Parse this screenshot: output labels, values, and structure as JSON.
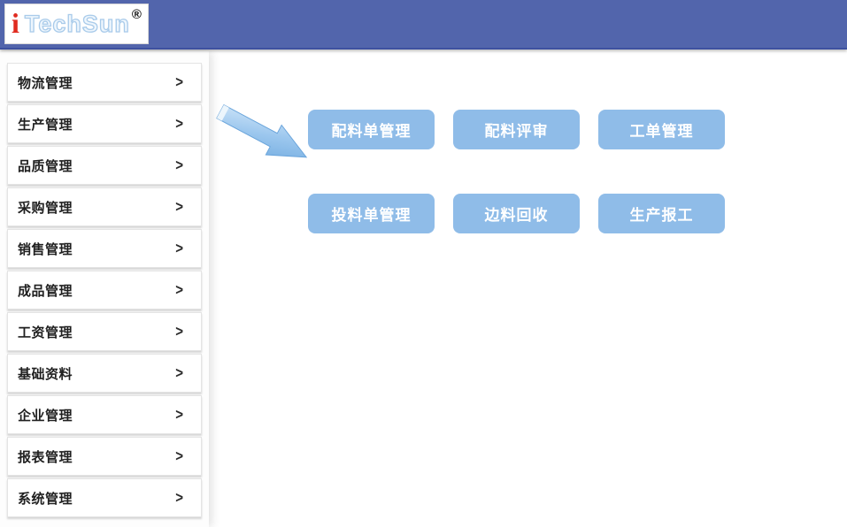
{
  "header": {
    "logo": {
      "prefix": "i",
      "brand": "TechSun",
      "registered": "®"
    }
  },
  "sidebar": {
    "chevron": ">",
    "items": [
      {
        "label": "物流管理"
      },
      {
        "label": "生产管理"
      },
      {
        "label": "品质管理"
      },
      {
        "label": "采购管理"
      },
      {
        "label": "销售管理"
      },
      {
        "label": "成品管理"
      },
      {
        "label": "工资管理"
      },
      {
        "label": "基础资料"
      },
      {
        "label": "企业管理"
      },
      {
        "label": "报表管理"
      },
      {
        "label": "系统管理"
      }
    ]
  },
  "main": {
    "buttons": [
      {
        "label": "配料单管理"
      },
      {
        "label": "配料评审"
      },
      {
        "label": "工单管理"
      },
      {
        "label": "投料单管理"
      },
      {
        "label": "边料回收"
      },
      {
        "label": "生产报工"
      }
    ]
  },
  "colors": {
    "header_bg": "#5265AC",
    "button_bg": "#8FBCE8",
    "logo_i": "#E02B20",
    "arrow_fill": "#8FC0EC",
    "menu_text": "#1F1F1F"
  }
}
